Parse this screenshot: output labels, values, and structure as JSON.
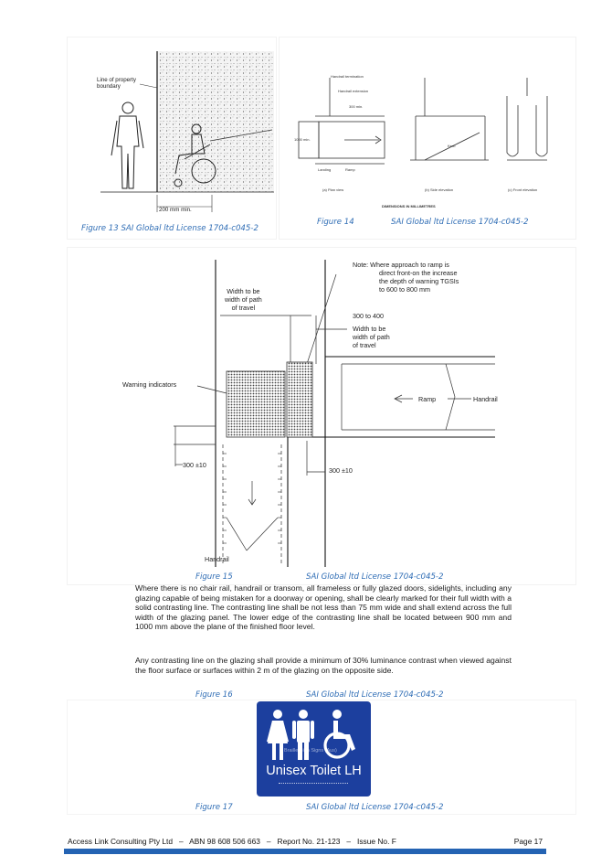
{
  "figures": {
    "fig13": {
      "caption": "Figure 13 SAI Global ltd License 1704-c045-2",
      "label_property_boundary": [
        "Line of property",
        "boundary"
      ],
      "label_dimension": "200 mm min."
    },
    "fig14": {
      "caption_number": "Figure 14",
      "caption_license": "SAI Global ltd License 1704-c045-2",
      "label_handrail_termination": "Handrail termination",
      "label_handrail_extension": "Handrail extension",
      "label_300": "300 min.",
      "label_1000": "1000 min.",
      "label_landing": "Landing",
      "label_ramp": "Ramp",
      "label_kerb": "Kerb",
      "label_plan": "(a) Plan view",
      "label_side": "(b) Side elevation",
      "label_front": "(c) Front elevation",
      "label_dimensions": "DIMENSIONS IN MILLIMETRES"
    },
    "fig15": {
      "caption_number": "Figure 15",
      "caption_license": "SAI Global ltd License 1704-c045-2",
      "note": [
        "Note: Where approach to ramp is",
        "direct front-on the increase",
        "the depth of warning TGSIs",
        "to 600 to 800 mm"
      ],
      "width_left": [
        "Width to be",
        "width of path",
        "of travel"
      ],
      "range_300_400": "300 to 400",
      "width_right": [
        "Width to be",
        "width of path",
        "of travel"
      ],
      "warning_indicators": "Warning indicators",
      "ramp": "Ramp",
      "handrail_right": "Handrail",
      "dim_left": "300 ±10",
      "dim_right": "300 ±10",
      "handrail_bottom": "Handrail"
    },
    "fig16": {
      "paragraph1": "Where there is no chair rail, handrail or transom, all frameless or fully glazed doors, sidelights, including any glazing capable of being mistaken for a doorway or opening, shall be clearly marked for their full width with a solid contrasting line. The contrasting line shall be not less than 75 mm wide and shall extend across the full width of the glazing panel. The lower edge of the contrasting line shall be located between 900 mm and 1000 mm above the plane of the finished floor level.",
      "paragraph2": "Any contrasting line on the glazing shall provide a minimum of 30% luminance contrast when viewed against the floor surface or surfaces within 2 m of the glazing on the opposite side.",
      "caption_number": "Figure 16",
      "caption_license": "SAI Global ltd License 1704-c045-2"
    },
    "fig17": {
      "sign_text": "Unisex Toilet LH",
      "sign_watermark": "Braille Sign Signs (Aus)",
      "sign_color": "#1c3f9e",
      "caption_number": "Figure 17",
      "caption_license": "SAI Global ltd License 1704-c045-2"
    }
  },
  "footer": {
    "text": "Access Link Consulting Pty Ltd   –   ABN 98 608 506 663   –   Report No. 21-123   –   Issue No. F",
    "page": "Page 17",
    "rule_color": "#2463b3"
  }
}
